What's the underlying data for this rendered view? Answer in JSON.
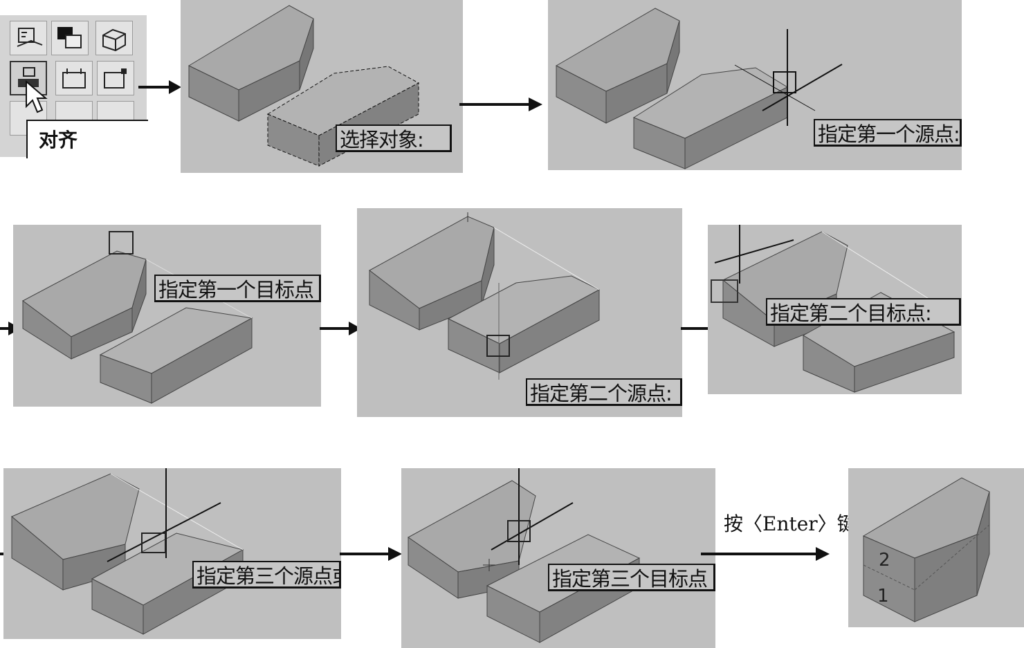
{
  "toolbar": {
    "tooltip_label": "对齐",
    "buttons": [
      "toolbar-button-1",
      "toolbar-button-2",
      "toolbar-button-3",
      "align-button",
      "toolbar-button-5",
      "toolbar-button-6"
    ]
  },
  "steps": {
    "select_objects": "选择对象:",
    "first_source": "指定第一个源点:",
    "first_target": "指定第一个目标点",
    "second_source": "指定第二个源点:",
    "second_target": "指定第二个目标点:",
    "third_source": "指定第三个源点或",
    "third_target": "指定第三个目标点",
    "press_enter": "按〈Enter〉键"
  },
  "result_labels": {
    "top_block": "2",
    "bottom_block": "1"
  },
  "colors": {
    "panel_bg": "#bfbfbf",
    "face_top": "#a9a9a9",
    "face_front": "#8c8c8c",
    "face_side": "#7a7a7a",
    "edge": "#444444"
  }
}
